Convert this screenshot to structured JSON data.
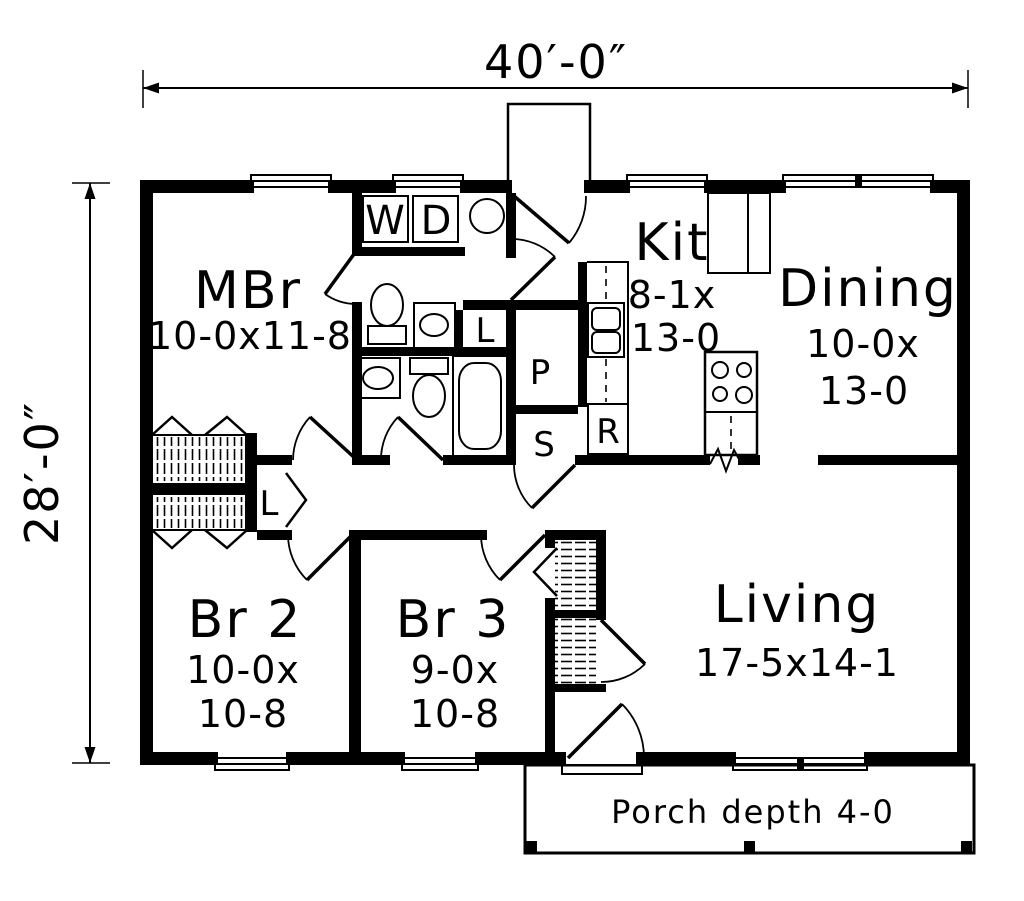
{
  "plan": {
    "overall_width": "40′-0″",
    "overall_depth": "28′-0″",
    "rooms": {
      "master_bedroom": {
        "name": "MBr",
        "size": "10-0x11-8"
      },
      "kitchen": {
        "name": "Kit",
        "size_w": "8-1x",
        "size_d": "13-0"
      },
      "dining": {
        "name": "Dining",
        "size_w": "10-0x",
        "size_d": "13-0"
      },
      "bedroom2": {
        "name": "Br 2",
        "size_w": "10-0x",
        "size_d": "10-8"
      },
      "bedroom3": {
        "name": "Br 3",
        "size_w": "9-0x",
        "size_d": "10-8"
      },
      "living": {
        "name": "Living",
        "size": "17-5x14-1"
      }
    },
    "fixtures": {
      "washer": "W",
      "dryer": "D",
      "pantry": "P",
      "storage": "S",
      "refrigerator": "R",
      "linen_bath": "L",
      "linen_hall": "L"
    },
    "porch_note": "Porch depth 4-0",
    "colors": {
      "ink": "#000000",
      "paper": "#ffffff"
    }
  }
}
